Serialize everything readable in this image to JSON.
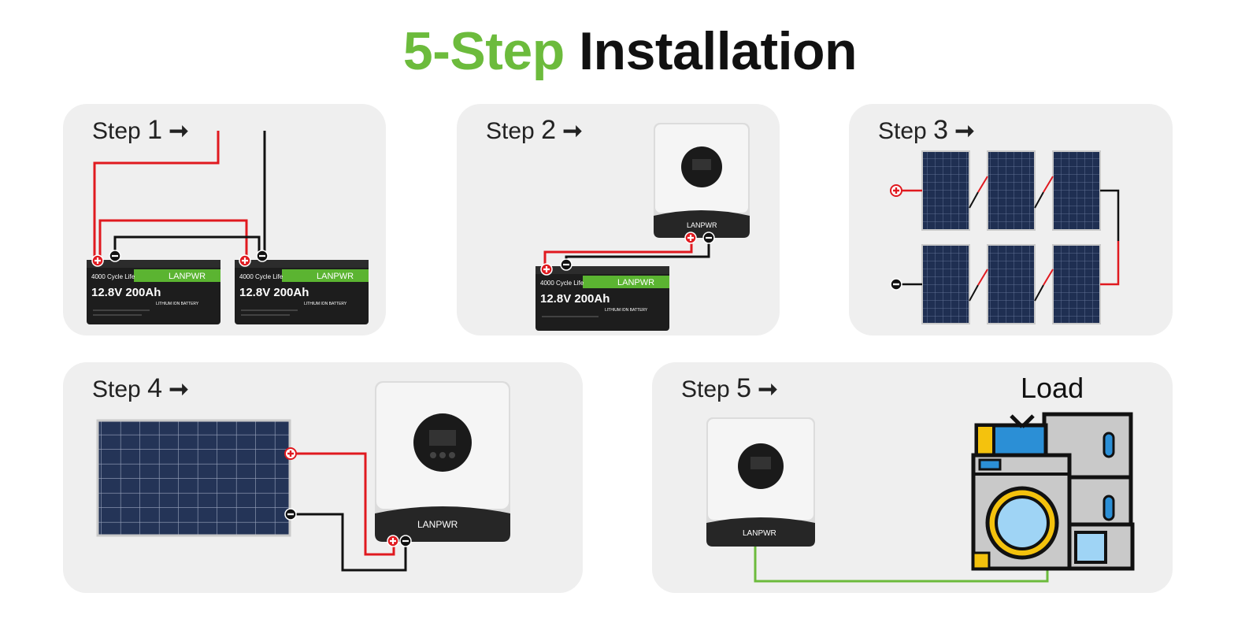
{
  "title": {
    "highlight": "5-Step",
    "rest": "Installation"
  },
  "steps": [
    {
      "word": "Step",
      "number": "1",
      "arrow": "➞"
    },
    {
      "word": "Step",
      "number": "2",
      "arrow": "➞"
    },
    {
      "word": "Step",
      "number": "3",
      "arrow": "➞"
    },
    {
      "word": "Step",
      "number": "4",
      "arrow": "➞"
    },
    {
      "word": "Step",
      "number": "5",
      "arrow": "➞"
    }
  ],
  "battery": {
    "cycle": "4000 Cycle Life",
    "brand": "LANPWR",
    "spec": "12.8V 200Ah",
    "type": "LITHIUM ION BATTERY"
  },
  "inverter": {
    "brand": "LANPWR"
  },
  "load": {
    "label": "Load"
  },
  "colors": {
    "accent": "#6cbb3c",
    "positive_wire": "#e0191f",
    "negative_wire": "#111111",
    "ac_wire": "#6cbb3c",
    "panel_bg": "#efefef"
  }
}
